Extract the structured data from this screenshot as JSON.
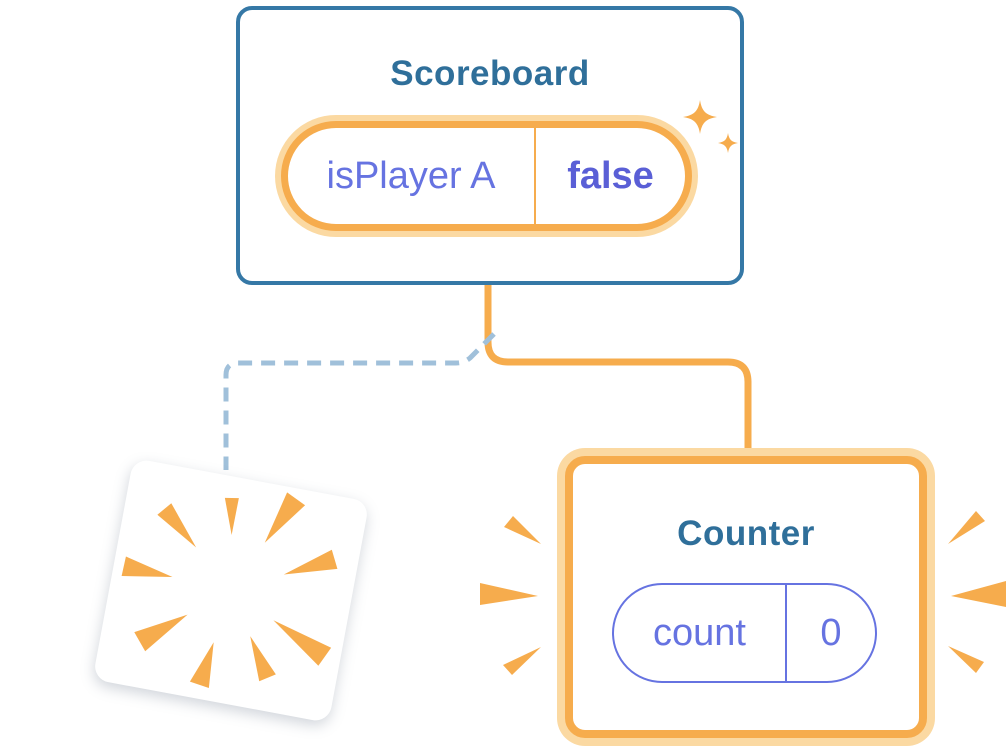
{
  "palette": {
    "background": "#FFFFFF",
    "blueBorder": "#3578A6",
    "blueTitle": "#2F6F9A",
    "orange": "#F6AC4D",
    "orangeHalo": "#FBD9A2",
    "purple": "#6673E1",
    "purpleBold": "#5A5FD6",
    "dashedBlue": "#A0C0DA"
  },
  "scoreboard": {
    "title": "Scoreboard",
    "state": {
      "label": "isPlayer A",
      "value": "false"
    }
  },
  "counter": {
    "title": "Counter",
    "state": {
      "label": "count",
      "value": "0"
    }
  },
  "icons": {
    "sparkles": "sparkles-icon",
    "explosion": "burst-explosion-icon",
    "raysLeft": "burst-rays-left-icon",
    "raysRight": "burst-rays-right-icon"
  }
}
